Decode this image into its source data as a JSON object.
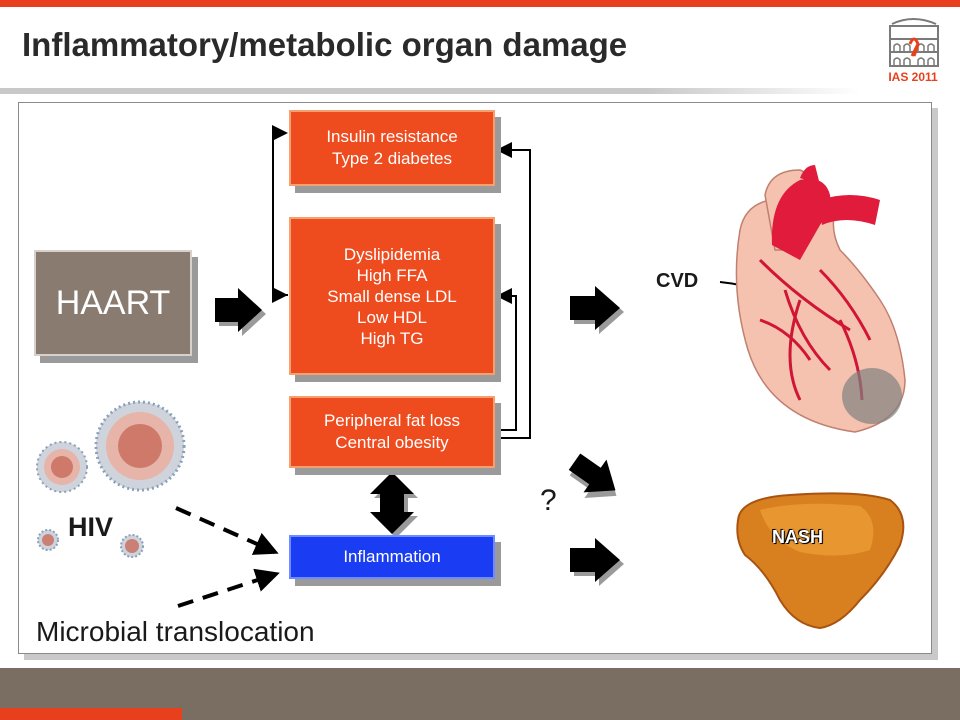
{
  "slide": {
    "title": "Inflammatory/metabolic organ damage",
    "logo_text": "IAS 2011"
  },
  "diagram": {
    "haart": "HAART",
    "boxes": {
      "insulin": [
        "Insulin resistance",
        "Type 2 diabetes"
      ],
      "dyslipidemia": [
        "Dyslipidemia",
        "High FFA",
        "Small dense LDL",
        "Low HDL",
        "High TG"
      ],
      "fat": [
        "Peripheral fat loss",
        "Central obesity"
      ],
      "inflammation": "Inflammation"
    },
    "labels": {
      "hiv": "HIV",
      "microbial": "Microbial translocation",
      "question": "?",
      "cvd": "CVD",
      "nash": "NASH"
    }
  },
  "colors": {
    "accent": "#e8401c",
    "orange_box": "#ee4b1e",
    "blue_box": "#1a3cf2",
    "haart_box": "#8a7b70",
    "bottom_bar": "#7a6d62"
  }
}
